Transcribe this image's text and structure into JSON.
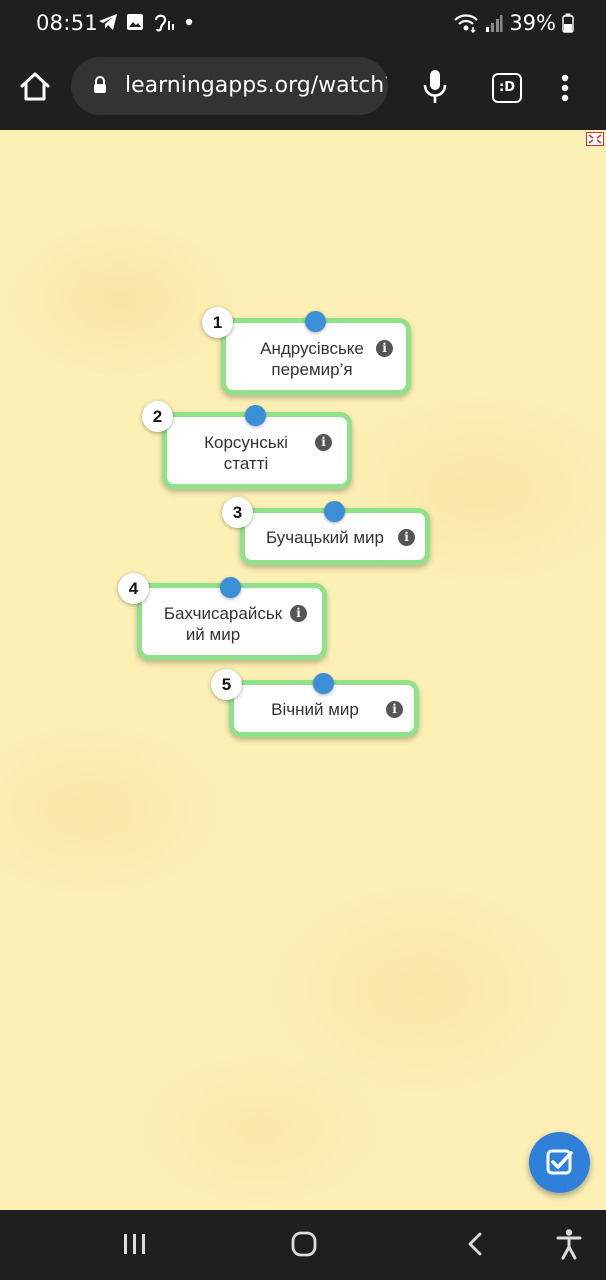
{
  "status_bar": {
    "time": "08:51",
    "battery": "39%",
    "icons": [
      "telegram-icon",
      "image-icon",
      "hearing-icon",
      "dot-icon",
      "wifi-icon",
      "signal-icon",
      "battery-icon"
    ]
  },
  "browser": {
    "url": "learningapps.org/watch?",
    "tabs_label": ":D",
    "icons": [
      "home-icon",
      "lock-icon",
      "mic-icon",
      "tabs-icon",
      "more-vert-icon"
    ]
  },
  "exercise": {
    "items": [
      {
        "number": "1",
        "label": "Андрусівське перемир’я",
        "line1": "Андрусівське",
        "line2": "перемир’я"
      },
      {
        "number": "2",
        "label": "Корсунські статті",
        "line1": "Корсунські",
        "line2": "статті"
      },
      {
        "number": "3",
        "label": "Бучацький мир",
        "line1": "Бучацький мир",
        "line2": ""
      },
      {
        "number": "4",
        "label": "Бахчисарайський мир",
        "line1": "Бахчисарайськ",
        "line2": "ий мир"
      },
      {
        "number": "5",
        "label": "Вічний мир",
        "line1": "Вічний мир",
        "line2": ""
      }
    ],
    "info_glyph": "i",
    "check_button_icon": "check-icon"
  },
  "colors": {
    "background": "#fdf0b5",
    "card_border": "#8fe28a",
    "handle": "#3a8fd8",
    "check_button": "#2f80d8"
  },
  "nav_bar": {
    "icons": [
      "recent-apps-icon",
      "home-circle-icon",
      "back-icon",
      "accessibility-icon"
    ]
  }
}
